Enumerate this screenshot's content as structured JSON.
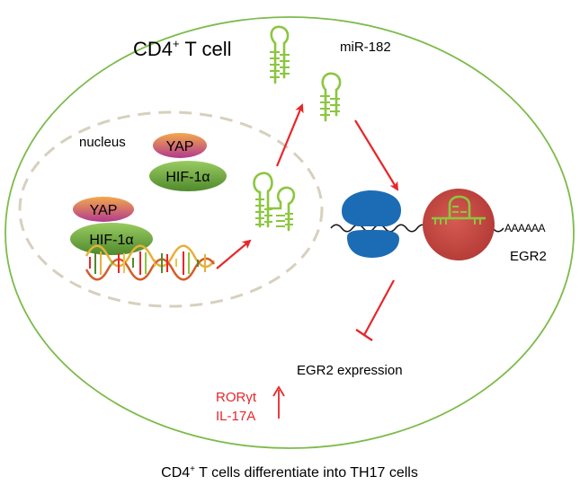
{
  "cell_label": "CD4",
  "cell_label_sup": "+",
  "cell_label_rest": " T cell",
  "nucleus_label": "nucleus",
  "protein_yap": "YAP",
  "protein_hif": "HIF-1α",
  "mirna_label": "miR-182",
  "gene_label": "EGR2",
  "polya_label": "AAAAAA",
  "expression_label": "EGR2 expression",
  "marker_1": "RORγt",
  "marker_2": "IL-17A",
  "caption_prefix": "CD4",
  "caption_sup": "+",
  "caption_rest": " T cells differentiate into TH17 cells",
  "colors": {
    "cell_outline": "#7dbb4b",
    "nucleus_outline": "#d6d0be",
    "arrow": "#e8262a",
    "ribosome": "#1b6cb4",
    "risc": "#c8443f",
    "hairpin": "#8cc63f"
  }
}
